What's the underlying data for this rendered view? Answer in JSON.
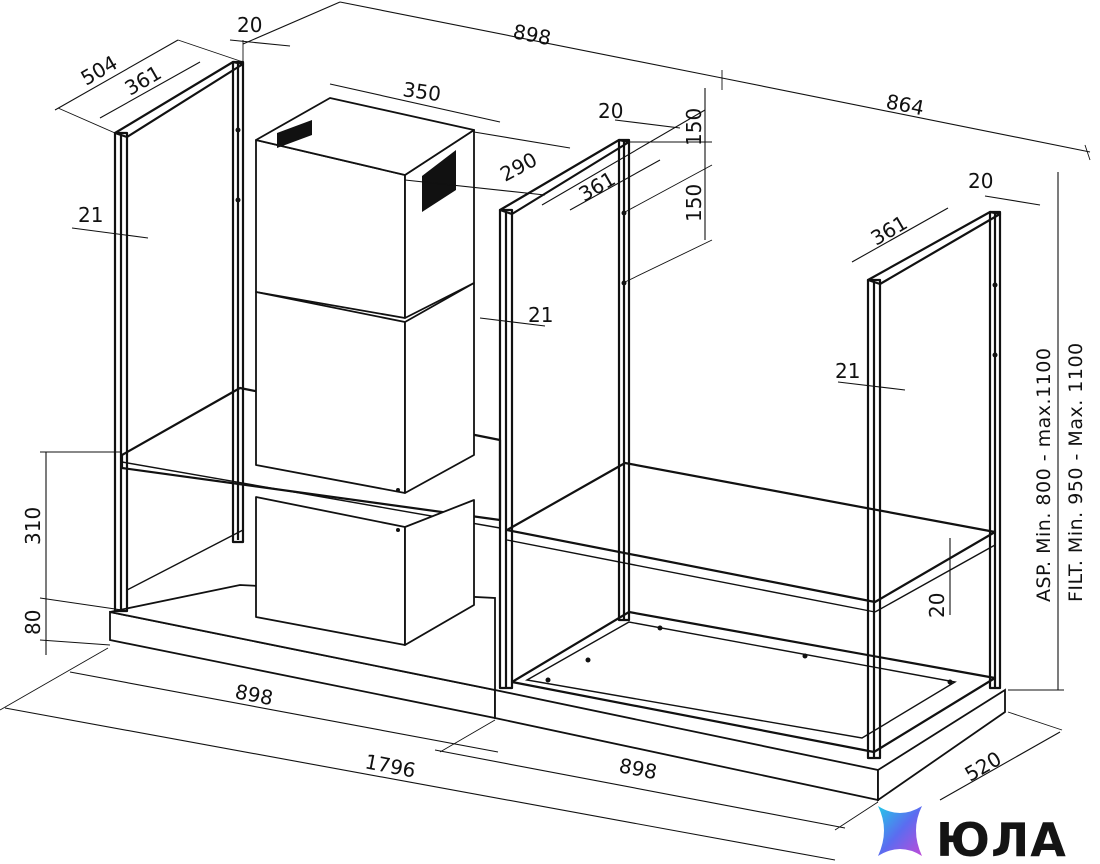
{
  "dimensions": {
    "top_width_left": "898",
    "top_width_right": "864",
    "depth_left": "504",
    "frame_depth_left": "361",
    "frame_depth_mid": "361",
    "frame_depth_right": "361",
    "bar_left": "20",
    "bar_mid": "20",
    "bar_right": "20",
    "hood_width": "350",
    "hood_depth": "290",
    "side_21_left": "21",
    "side_21_mid": "21",
    "side_21_right": "21",
    "hole_spacing_1": "150",
    "hole_spacing_2": "150",
    "shelf_height": "310",
    "base_height": "80",
    "shelf_thickness": "20",
    "bottom_left": "898",
    "bottom_right": "898",
    "total_width": "1796",
    "total_depth": "520"
  },
  "height_notes": {
    "asp": "ASP.   Min. 800  -  max.1100",
    "filt": "FILT.  Min. 950  -  Max. 1100"
  },
  "brand": {
    "name": "ЮЛА",
    "logo_colors": [
      "#5b6cf0",
      "#23c8e8",
      "#c04ad8"
    ]
  }
}
